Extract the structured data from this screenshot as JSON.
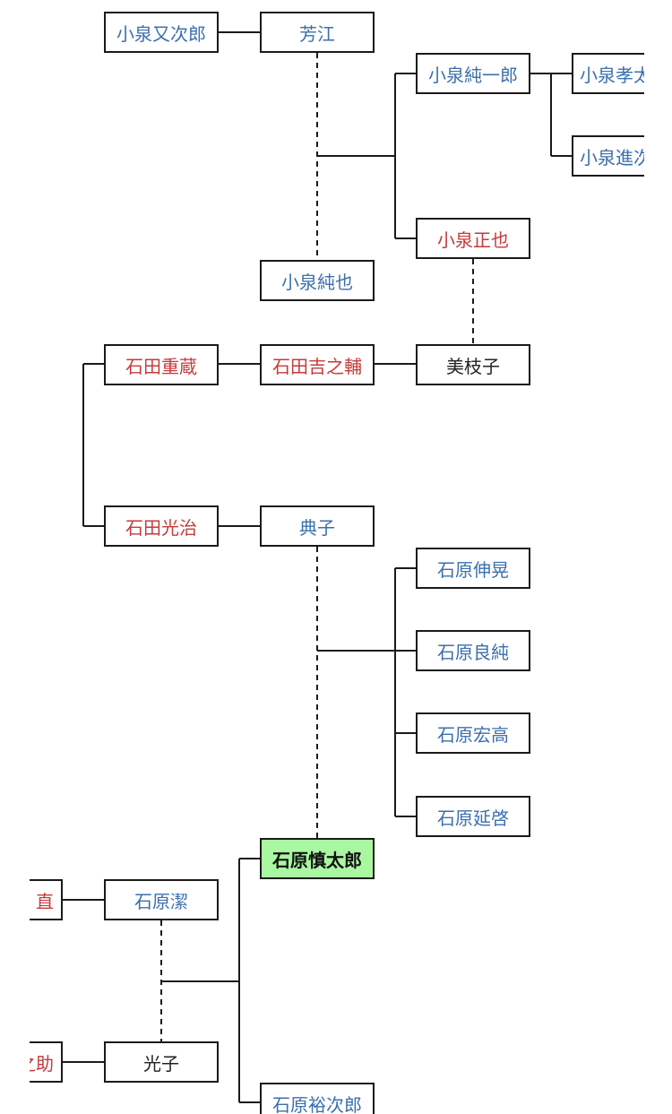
{
  "people": {
    "koizumi_matajiro": {
      "name": "小泉又次郎",
      "color": "#3b6fad"
    },
    "yoshie": {
      "name": "芳江",
      "color": "#3b6fad"
    },
    "koizumi_junichiro": {
      "name": "小泉純一郎",
      "color": "#3b6fad"
    },
    "koizumi_takataro": {
      "name": "小泉孝太郎",
      "color": "#3b6fad"
    },
    "koizumi_shinjiro": {
      "name": "小泉進次郎",
      "color": "#3b6fad"
    },
    "koizumi_masaya": {
      "name": "小泉正也",
      "color": "#c63a3a"
    },
    "koizumi_junya": {
      "name": "小泉純也",
      "color": "#3b6fad"
    },
    "ishida_juzo": {
      "name": "石田重蔵",
      "color": "#c63a3a"
    },
    "ishida_kichinosuke": {
      "name": "石田吉之輔",
      "color": "#c63a3a"
    },
    "mieko": {
      "name": "美枝子",
      "color": "#222222"
    },
    "ishida_koji": {
      "name": "石田光治",
      "color": "#c63a3a"
    },
    "noriko": {
      "name": "典子",
      "color": "#3b6fad"
    },
    "ishihara_nobuteru": {
      "name": "石原伸晃",
      "color": "#3b6fad"
    },
    "ishihara_yoshizumi": {
      "name": "石原良純",
      "color": "#3b6fad"
    },
    "ishihara_hirotaka": {
      "name": "石原宏高",
      "color": "#3b6fad"
    },
    "ishihara_nobuhiro": {
      "name": "石原延啓",
      "color": "#3b6fad"
    },
    "ishihara_shintaro": {
      "name": "石原慎太郎",
      "color": "#111111",
      "highlight": "#a9f7a0"
    },
    "left_partial_1": {
      "name": "直",
      "color": "#c63a3a"
    },
    "ishihara_kiyoshi": {
      "name": "石原潔",
      "color": "#3b6fad"
    },
    "left_partial_2": {
      "name": "之助",
      "color": "#c63a3a"
    },
    "mitsuko": {
      "name": "光子",
      "color": "#222222"
    },
    "ishihara_yujiro": {
      "name": "石原裕次郎",
      "color": "#3b6fad"
    }
  }
}
